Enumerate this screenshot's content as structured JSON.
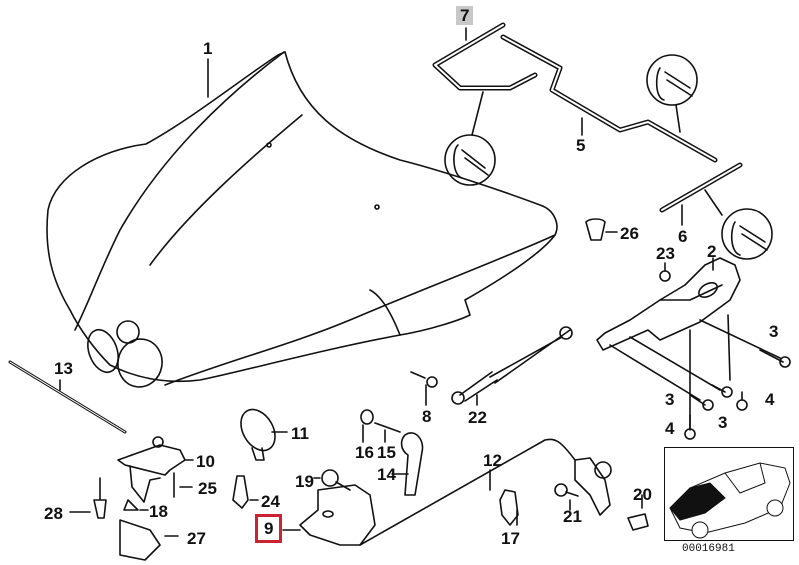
{
  "diagram": {
    "type": "exploded-parts-diagram",
    "subject": "Car hood (bonnet) and hood lock components",
    "diagram_code": "00016981",
    "highlight_colors": {
      "selected_gray": "#c8c8c8",
      "selected_red": "#cc2233"
    },
    "highlighted_parts": [
      {
        "number": "7",
        "style": "gray-box"
      },
      {
        "number": "9",
        "style": "red-box"
      }
    ],
    "parts": [
      {
        "id": "p1",
        "number": "1",
        "label": "1",
        "name": "hood"
      },
      {
        "id": "p2",
        "number": "2",
        "label": "2",
        "name": "hood-hinge"
      },
      {
        "id": "p3a",
        "number": "3",
        "label": "3",
        "name": "hinge-bolt"
      },
      {
        "id": "p3b",
        "number": "3",
        "label": "3",
        "name": "hinge-bolt"
      },
      {
        "id": "p3c",
        "number": "3",
        "label": "3",
        "name": "hinge-bolt"
      },
      {
        "id": "p4a",
        "number": "4",
        "label": "4",
        "name": "screw"
      },
      {
        "id": "p4b",
        "number": "4",
        "label": "4",
        "name": "screw"
      },
      {
        "id": "p5",
        "number": "5",
        "label": "5",
        "name": "seal-rear"
      },
      {
        "id": "p6",
        "number": "6",
        "label": "6",
        "name": "seal-side"
      },
      {
        "id": "p7",
        "number": "7",
        "label": "7",
        "name": "seal-front"
      },
      {
        "id": "p8",
        "number": "8",
        "label": "8",
        "name": "ball-stud"
      },
      {
        "id": "p9",
        "number": "9",
        "label": "9",
        "name": "hood-lock"
      },
      {
        "id": "p10",
        "number": "10",
        "label": "10",
        "name": "lock-bracket"
      },
      {
        "id": "p11",
        "number": "11",
        "label": "11",
        "name": "striker"
      },
      {
        "id": "p12",
        "number": "12",
        "label": "12",
        "name": "release-cable"
      },
      {
        "id": "p13",
        "number": "13",
        "label": "13",
        "name": "support-rod"
      },
      {
        "id": "p14",
        "number": "14",
        "label": "14",
        "name": "release-lever"
      },
      {
        "id": "p15",
        "number": "15",
        "label": "15",
        "name": "lever-screw"
      },
      {
        "id": "p16",
        "number": "16",
        "label": "16",
        "name": "lever-cap"
      },
      {
        "id": "p17",
        "number": "17",
        "label": "17",
        "name": "cable-clip"
      },
      {
        "id": "p18",
        "number": "18",
        "label": "18",
        "name": "rubber-buffer"
      },
      {
        "id": "p19",
        "number": "19",
        "label": "19",
        "name": "lock-bolt"
      },
      {
        "id": "p20",
        "number": "20",
        "label": "20",
        "name": "handle-grip"
      },
      {
        "id": "p21",
        "number": "21",
        "label": "21",
        "name": "bracket-bolt"
      },
      {
        "id": "p22",
        "number": "22",
        "label": "22",
        "name": "gas-strut"
      },
      {
        "id": "p23",
        "number": "23",
        "label": "23",
        "name": "nut"
      },
      {
        "id": "p24",
        "number": "24",
        "label": "24",
        "name": "adjusting-buffer"
      },
      {
        "id": "p25",
        "number": "25",
        "label": "25",
        "name": "bracket-screw"
      },
      {
        "id": "p26",
        "number": "26",
        "label": "26",
        "name": "rubber-cap"
      },
      {
        "id": "p27",
        "number": "27",
        "label": "27",
        "name": "cover-plate"
      },
      {
        "id": "p28",
        "number": "28",
        "label": "28",
        "name": "expanding-rivet"
      }
    ]
  }
}
